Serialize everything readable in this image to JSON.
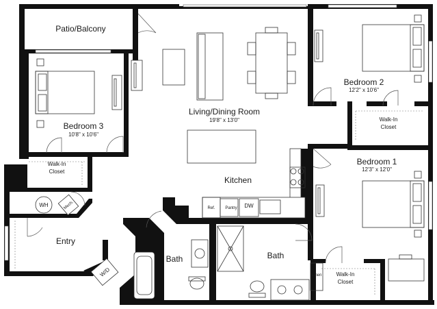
{
  "rooms": {
    "patio": {
      "name": "Patio/Balcony"
    },
    "bedroom3": {
      "name": "Bedroom 3",
      "dimensions": "10'8\" x 10'6\""
    },
    "living": {
      "name": "Living/Dining Room",
      "dimensions": "19'8\" x 13'0\""
    },
    "bedroom2": {
      "name": "Bedroom 2",
      "dimensions": "12'2\" x 10'6\""
    },
    "bedroom1": {
      "name": "Bedroom 1",
      "dimensions": "12'3\" x 12'0\""
    },
    "kitchen": {
      "name": "Kitchen"
    },
    "entry": {
      "name": "Entry"
    },
    "bath_left": {
      "name": "Bath"
    },
    "bath_right": {
      "name": "Bath"
    },
    "closet3": {
      "line1": "Walk-In",
      "line2": "Closet"
    },
    "closet2": {
      "line1": "Walk-In",
      "line2": "Closet"
    },
    "closet1": {
      "line1": "Walk-In",
      "line2": "Closet"
    }
  },
  "fixtures": {
    "water_heater": "WH",
    "mech": "Mech.",
    "refrigerator": "Ref.",
    "pantry": "Pantry",
    "dishwasher": "DW",
    "washer_dryer": "W/D",
    "linen": "Linen"
  }
}
